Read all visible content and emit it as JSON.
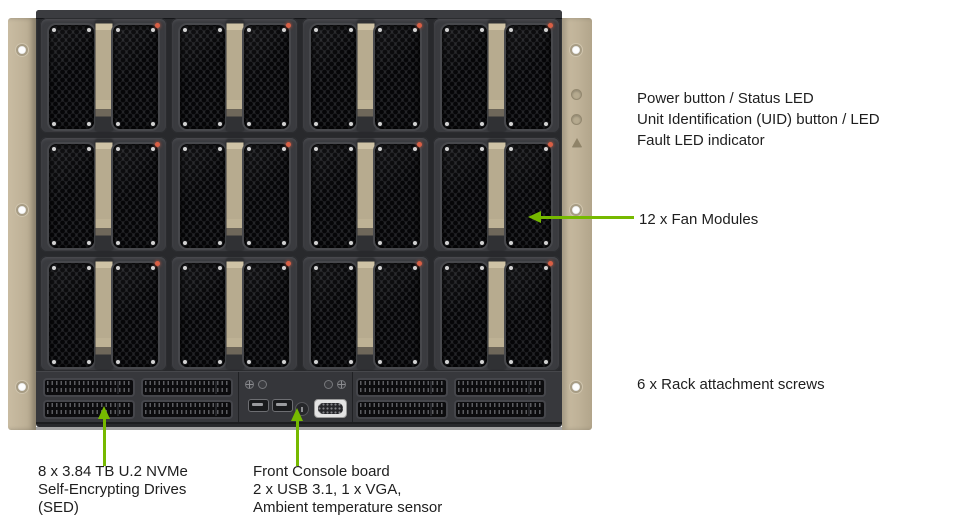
{
  "figure": {
    "subject": "Server front view with annotated components",
    "callouts": {
      "controls": {
        "lines": [
          "Power button / Status LED",
          "Unit Identification (UID) button / LED",
          "Fault LED indicator"
        ]
      },
      "fan_modules": {
        "label": "12 x Fan Modules"
      },
      "rack_screws": {
        "label": "6 x Rack attachment screws"
      },
      "nvme_drives": {
        "lines": [
          "8 x 3.84 TB U.2 NVMe",
          "Self-Encrypting Drives",
          "(SED)"
        ]
      },
      "front_console": {
        "lines": [
          "Front Console board",
          "2 x USB 3.1, 1 x VGA,",
          "Ambient temperature sensor"
        ]
      }
    },
    "hardware": {
      "fan_modules": {
        "count": 12,
        "rows": 3,
        "cols": 4
      },
      "drive_slots": {
        "count": 8,
        "groups": 2,
        "per_group": 4
      },
      "rack_screws": {
        "count": 6,
        "per_ear": 3
      },
      "usb_ports": 2,
      "vga_ports": 1,
      "temperature_sensors": 1
    },
    "colors": {
      "accent_green": "#76b900",
      "ear_beige": "#bfb298",
      "led_red": "#d95f45",
      "text": "#1e1e1e"
    }
  }
}
